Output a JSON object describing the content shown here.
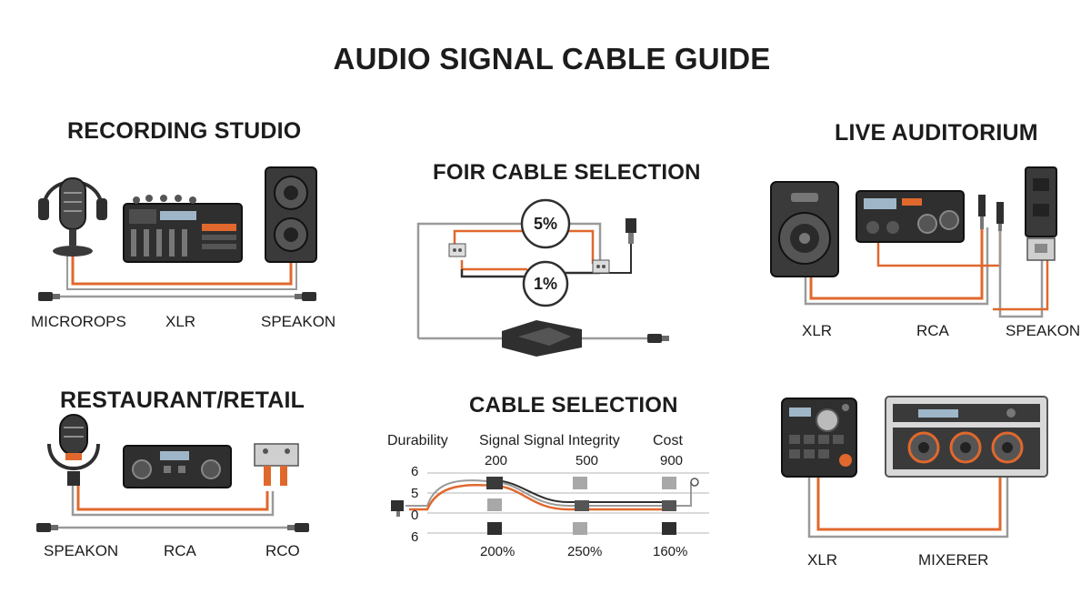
{
  "title": "AUDIO SIGNAL CABLE GUIDE",
  "colors": {
    "cable_orange": "#e0682d",
    "cable_gray": "#9a9a9a",
    "device_dark": "#2f2f2f",
    "device_gray": "#5a5a5a"
  },
  "recording_studio": {
    "heading": "RECORDING STUDIO",
    "labels": [
      "MICROROРS",
      "XLR",
      "SPEAKON"
    ]
  },
  "live_auditorium": {
    "heading": "LIVE AUDITORIUM",
    "labels": [
      "XLR",
      "RCA",
      "SPEAKON"
    ]
  },
  "restaurant_retail": {
    "heading": "RESTAURANT/RETAIL",
    "labels": [
      "SPEAKON",
      "RCA",
      "RCO"
    ]
  },
  "fair_cable": {
    "heading": "FOIR CABLE SELECTION",
    "top_value": "5%",
    "bottom_value": "1%"
  },
  "cable_selection": {
    "heading": "CABLE SELECTION",
    "columns": [
      "Durability",
      "Signal Signal Integrity",
      "Cost"
    ],
    "top_values": [
      "200",
      "500",
      "900"
    ],
    "y_ticks": [
      "6",
      "5",
      "0",
      "6"
    ],
    "bottom_values": [
      "200%",
      "250%",
      "160%"
    ]
  },
  "mixer_setup": {
    "labels": [
      "XLR",
      "MIXERER"
    ]
  }
}
